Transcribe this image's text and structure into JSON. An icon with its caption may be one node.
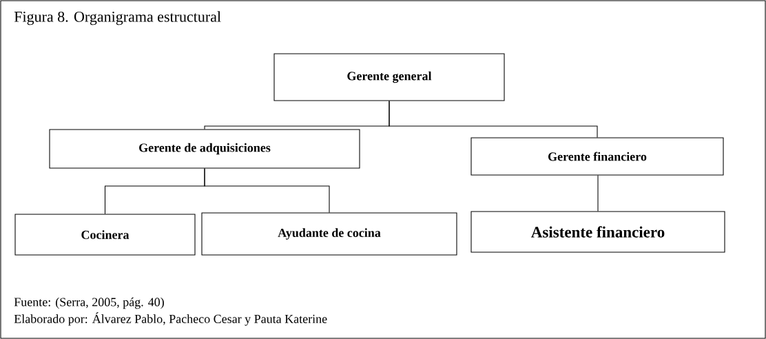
{
  "diagram": {
    "title": "Figura 8. Organigrama estructural",
    "nodes": [
      {
        "text": [
          "Gerente general"
        ]
      },
      {
        "text": [
          "Gerente de adquisiciones"
        ]
      },
      {
        "text": [
          "Gerente financiero"
        ]
      },
      {
        "text": [
          "Cocinera"
        ]
      },
      {
        "text": [
          "Ayudante de cocina"
        ]
      },
      {
        "text": [
          "Asistente financiero"
        ]
      }
    ],
    "edges": [
      {
        "from": 0,
        "to": 1,
        "arrow": "none"
      },
      {
        "from": 0,
        "to": 2,
        "arrow": "none"
      },
      {
        "from": 1,
        "to": 3,
        "arrow": "none"
      },
      {
        "from": 1,
        "to": 4,
        "arrow": "none"
      },
      {
        "from": 2,
        "to": 5,
        "arrow": "none"
      }
    ],
    "labels": [
      "Fuente: (Serra, 2005, pág. 40)",
      "Elaborado por: Álvarez Pablo, Pacheco Cesar y Pauta Katerine"
    ]
  }
}
